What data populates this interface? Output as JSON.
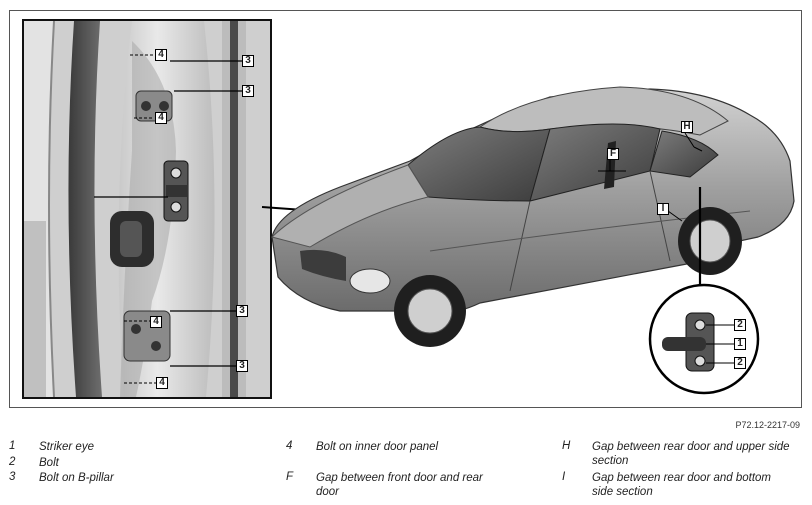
{
  "callouts": {
    "striker_eye": "1",
    "bolt": "2",
    "bolt_b_pillar": "3",
    "bolt_inner_door": "4",
    "gap_front_rear": "F",
    "gap_upper": "H",
    "gap_bottom": "I"
  },
  "figure_code": "P72.12-2217-09",
  "legend": [
    {
      "key": "1",
      "text": "Striker eye"
    },
    {
      "key": "2",
      "text": "Bolt"
    },
    {
      "key": "3",
      "text": "Bolt on B-pillar"
    },
    {
      "key": "4",
      "text": "Bolt on inner door panel"
    },
    {
      "key": "F",
      "text": "Gap between front door and rear door"
    },
    {
      "key": "H",
      "text": "Gap between rear door and upper side section"
    },
    {
      "key": "I",
      "text": "Gap between rear door and bottom side section"
    }
  ]
}
